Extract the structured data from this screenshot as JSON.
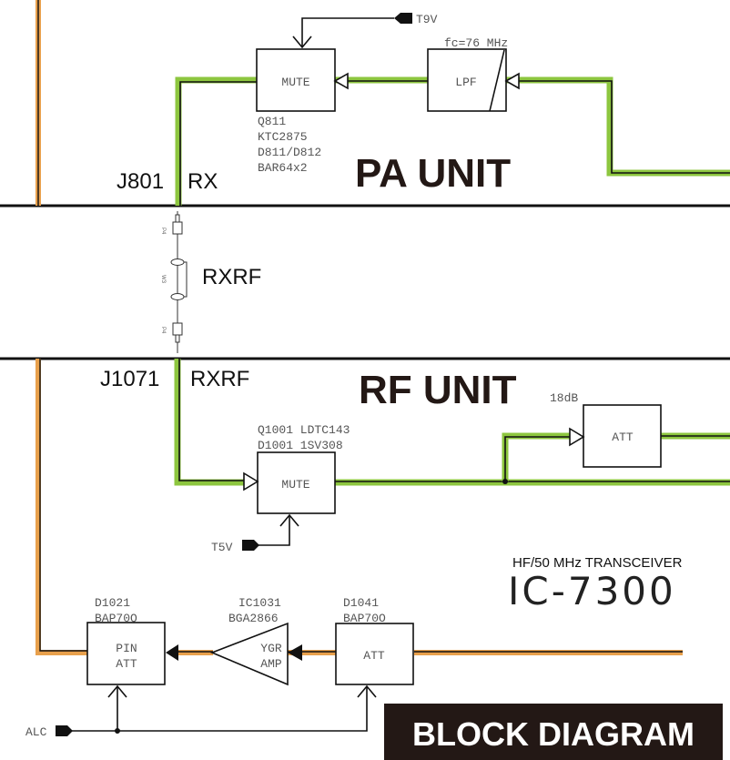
{
  "title": "BLOCK DIAGRAM",
  "product": {
    "subtitle": "HF/50 MHz TRANSCEIVER",
    "model": "IC-7300"
  },
  "colors": {
    "rx_path": "#8dc63f",
    "tx_path": "#e8a04c",
    "line": "#111111",
    "text": "#555555"
  },
  "pa_unit": {
    "label": "PA UNIT",
    "connector": "J801",
    "connector_signal": "RX",
    "supply": "T9V",
    "mute_block": {
      "label": "MUTE",
      "parts": [
        "Q811",
        "KTC2875",
        "D811/D812",
        "BAR64x2"
      ]
    },
    "lpf_block": {
      "label": "LPF",
      "spec": "fc=76 MHz"
    }
  },
  "cable": {
    "label": "RXRF",
    "wire": "W3",
    "plug_top": "P4",
    "plug_bottom": "P4"
  },
  "rf_unit": {
    "label": "RF UNIT",
    "connector": "J1071",
    "connector_signal": "RXRF",
    "supply": "T5V",
    "mute_block": {
      "label": "MUTE",
      "parts": [
        "Q1001 LDTC143",
        "D1001 1SV308"
      ]
    },
    "att_block": {
      "label": "ATT",
      "spec": "18dB"
    },
    "pin_att_block": {
      "label_line1": "PIN",
      "label_line2": "ATT",
      "parts": [
        "D1021",
        "BAP70Q"
      ]
    },
    "amp_block": {
      "label_line1": "YGR",
      "label_line2": "AMP",
      "parts": [
        "IC1031",
        "BGA2866"
      ]
    },
    "tx_att_block": {
      "label": "ATT",
      "parts": [
        "D1041",
        "BAP70O"
      ]
    },
    "control": "ALC"
  }
}
